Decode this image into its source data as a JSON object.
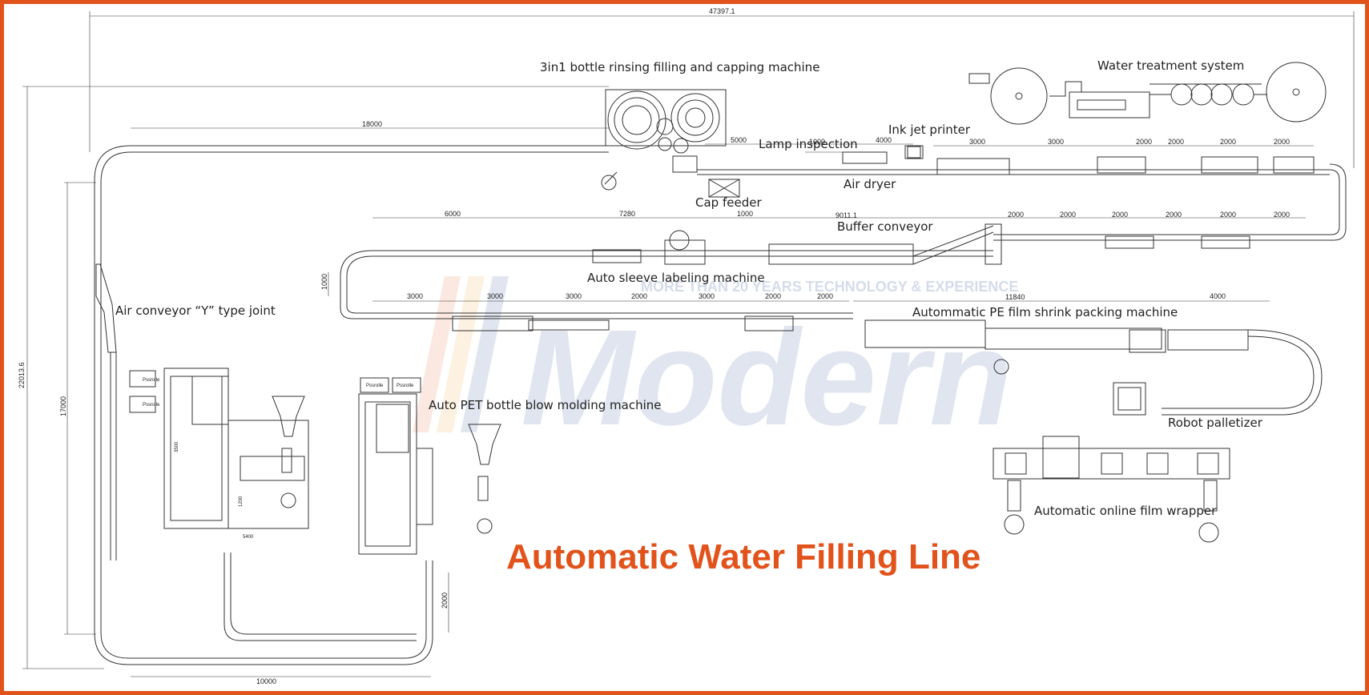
{
  "title": "Automatic Water Filling Line",
  "watermark": {
    "brand": "Modern",
    "tagline": "MORE THAN 20 YEARS TECHNOLOGY & EXPERIENCE",
    "colors": [
      "#e2531c",
      "#f0a020",
      "#1c3d8f"
    ]
  },
  "colors": {
    "border": "#e2531c",
    "title": "#e2531c",
    "lines": "#333333"
  },
  "machines": {
    "filling_machine": "3in1 bottle rinsing filling and capping machine",
    "water_treatment": "Water treatment system",
    "ink_jet": "Ink jet printer",
    "lamp": "Lamp inspection",
    "air_dryer": "Air dryer",
    "cap_feeder": "Cap feeder",
    "buffer": "Buffer conveyor",
    "sleeve": "Auto sleeve labeling machine",
    "air_conveyor": "Air conveyor “Y” type joint",
    "shrink": "Autommatic PE film shrink packing machine",
    "blow": "Auto PET bottle blow molding machine",
    "palletizer": "Robot palletizer",
    "wrapper": "Automatic online film wrapper"
  },
  "dimensions": {
    "total_width": "47397.1",
    "total_height": "22013.6",
    "d18000": "18000",
    "d17000": "17000",
    "d10000": "10000",
    "d2000_vert": "2000",
    "d1000_vert": "1000",
    "d5000": "5000",
    "d4000_ink": "4000",
    "d1000_lamp": "1000",
    "top_row": [
      "3000",
      "3000",
      "2000",
      "2000",
      "2000",
      "2000"
    ],
    "row2_left": [
      "6000",
      "7280",
      "1000",
      "9011.1"
    ],
    "row2_right": [
      "2000",
      "2000",
      "2000",
      "2000",
      "2000",
      "2000"
    ],
    "row3": [
      "3000",
      "3000",
      "3000",
      "2000",
      "3000",
      "2000",
      "2000"
    ],
    "d11840": "11840",
    "d4000_right": "4000",
    "blow_w": "5400",
    "blow_h": "3500",
    "blow_h2": "1200"
  },
  "panels": [
    "Pssrolle",
    "Pssrolle",
    "Pssrolle",
    "Pssrolle"
  ]
}
